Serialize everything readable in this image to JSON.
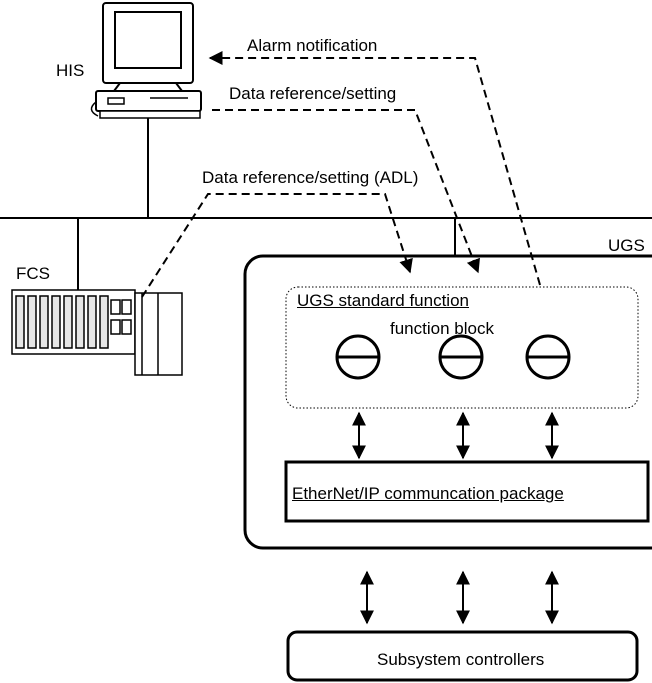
{
  "labels": {
    "his": "HIS",
    "fcs": "FCS",
    "ugs": "UGS",
    "alarm_notification": "Alarm notification",
    "data_ref_setting": "Data reference/setting",
    "data_ref_setting_adl": "Data reference/setting (ADL)",
    "ugs_standard_function": "UGS  standard function",
    "function_block": "function block",
    "ethernet_ip_package": "EtherNet/IP communcation package",
    "subsystem_controllers": "Subsystem controllers"
  },
  "colors": {
    "line": "#000000",
    "background": "#ffffff",
    "monitor_screen": "#ffffff",
    "fcs_slot": "#e6e6e6"
  },
  "icons": [
    "computer-monitor-icon",
    "fcs-rack-icon",
    "function-block-icon"
  ]
}
